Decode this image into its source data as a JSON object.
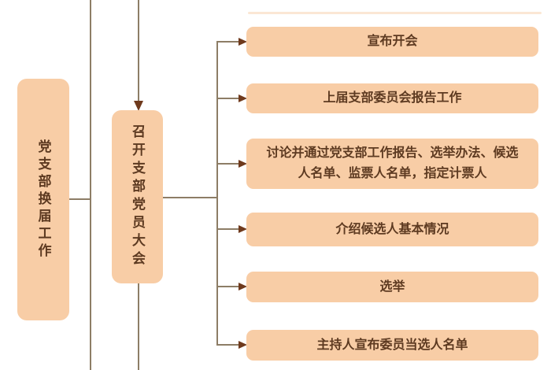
{
  "flowchart": {
    "root": {
      "label": "党支部换届工作"
    },
    "process": {
      "label": "召开支部党员大会"
    },
    "steps": [
      "宣布开会",
      "上届支部委员会报告工作",
      "讨论并通过党支部工作报告、选举办法、候选人名单、监票人名单，指定计票人",
      "介绍候选人基本情况",
      "选举",
      "主持人宣布委员当选人名单"
    ],
    "colors": {
      "box_fill": "#f8cda6",
      "text": "#5d3a21",
      "connector": "#8d7d66",
      "arrowhead": "#6f3a1d",
      "background": "#ffffff"
    }
  }
}
